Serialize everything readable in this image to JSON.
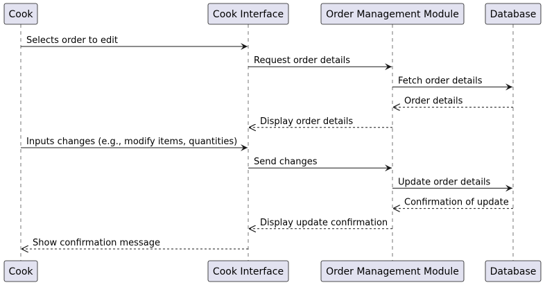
{
  "participants": [
    {
      "id": "cook",
      "label": "Cook"
    },
    {
      "id": "interface",
      "label": "Cook Interface"
    },
    {
      "id": "order_module",
      "label": "Order Management Module"
    },
    {
      "id": "database",
      "label": "Database"
    }
  ],
  "messages": [
    {
      "from": "cook",
      "to": "interface",
      "label": "Selects order to edit",
      "style": "solid"
    },
    {
      "from": "interface",
      "to": "order_module",
      "label": "Request order details",
      "style": "solid"
    },
    {
      "from": "order_module",
      "to": "database",
      "label": "Fetch order details",
      "style": "solid"
    },
    {
      "from": "database",
      "to": "order_module",
      "label": "Order details",
      "style": "dashed"
    },
    {
      "from": "order_module",
      "to": "interface",
      "label": "Display order details",
      "style": "dashed"
    },
    {
      "from": "cook",
      "to": "interface",
      "label": "Inputs changes (e.g., modify items, quantities)",
      "style": "solid"
    },
    {
      "from": "interface",
      "to": "order_module",
      "label": "Send changes",
      "style": "solid"
    },
    {
      "from": "order_module",
      "to": "database",
      "label": "Update order details",
      "style": "solid"
    },
    {
      "from": "database",
      "to": "order_module",
      "label": "Confirmation of update",
      "style": "dashed"
    },
    {
      "from": "order_module",
      "to": "interface",
      "label": "Display update confirmation",
      "style": "dashed"
    },
    {
      "from": "interface",
      "to": "cook",
      "label": "Show confirmation message",
      "style": "dashed"
    }
  ]
}
